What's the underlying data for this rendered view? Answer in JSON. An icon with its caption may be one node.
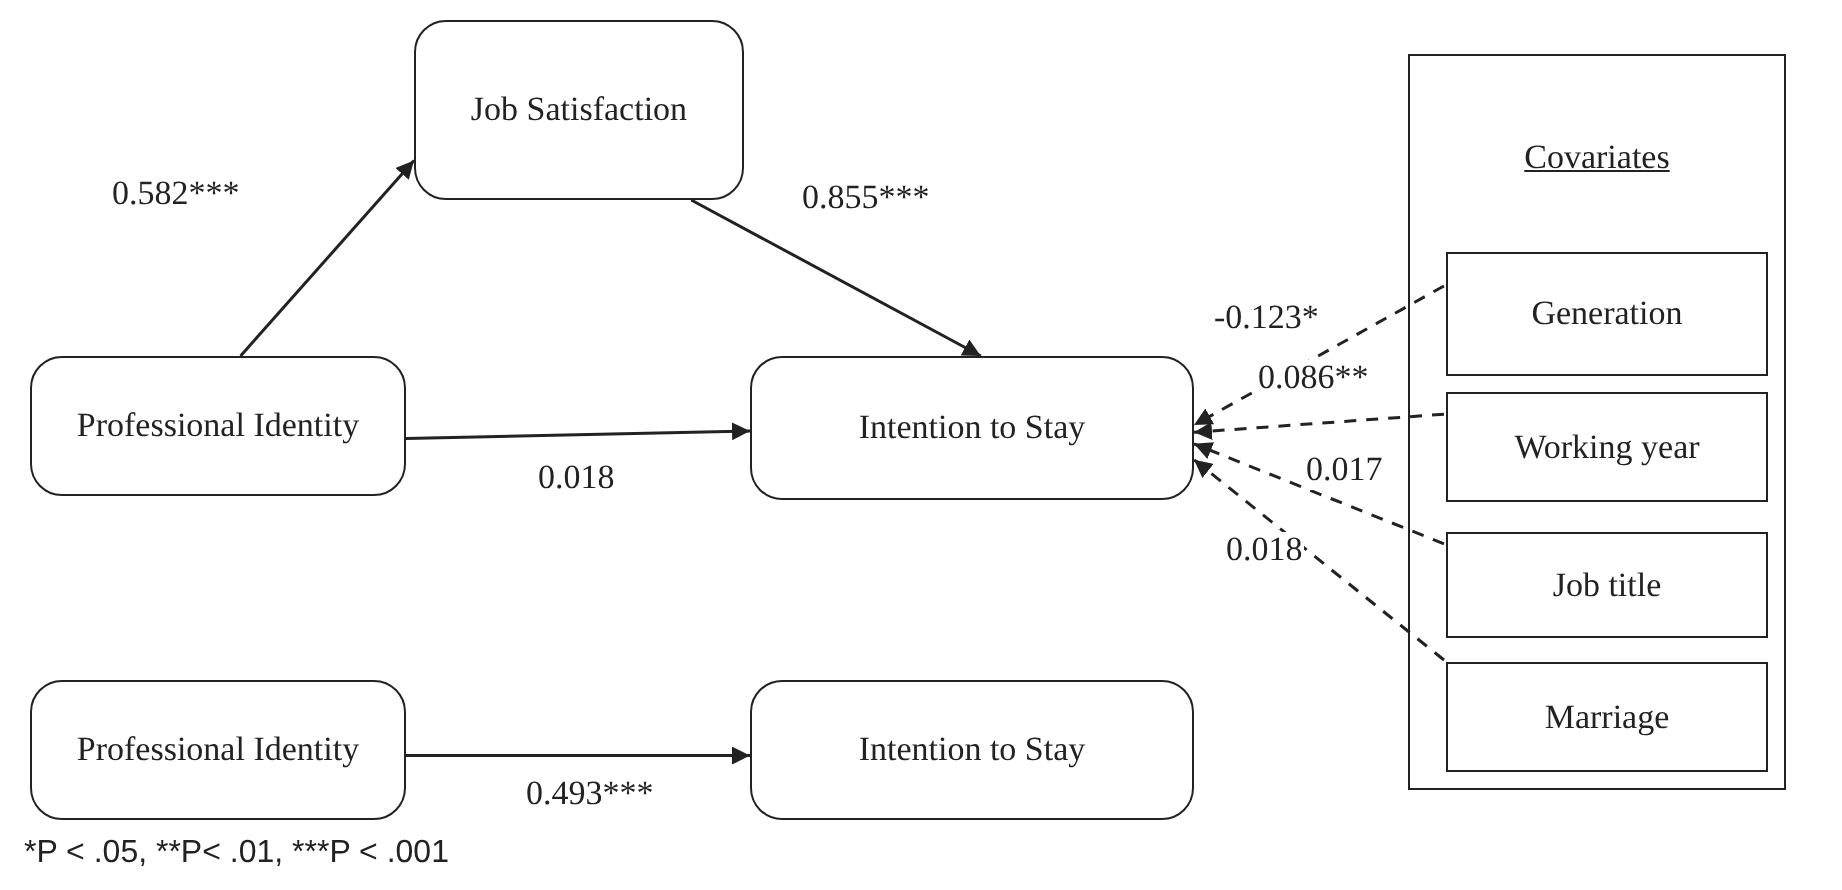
{
  "diagram": {
    "nodes": [
      {
        "text": [
          "Job Satisfaction"
        ]
      },
      {
        "text": [
          "Professional Identity"
        ]
      },
      {
        "text": [
          "Intention to Stay"
        ]
      },
      {
        "text": [
          "Covariates"
        ]
      },
      {
        "text": [
          "Generation"
        ],
        "in": 3
      },
      {
        "text": [
          "Working year"
        ],
        "in": 3
      },
      {
        "text": [
          "Job title"
        ],
        "in": 3
      },
      {
        "text": [
          "Marriage"
        ],
        "in": 3
      },
      {
        "text": [
          "Professional Identity"
        ]
      },
      {
        "text": [
          "Intention to Stay"
        ]
      }
    ],
    "edges": [
      {
        "from": 1,
        "to": 0,
        "arrow": "to",
        "label": "0.582***"
      },
      {
        "from": 0,
        "to": 2,
        "arrow": "to",
        "label": "0.855***"
      },
      {
        "from": 1,
        "to": 2,
        "arrow": "to",
        "label": "0.018"
      },
      {
        "from": 4,
        "to": 2,
        "arrow": "to",
        "label": "-0.123*",
        "style": "dashed"
      },
      {
        "from": 5,
        "to": 2,
        "arrow": "to",
        "label": "0.086**",
        "style": "dashed"
      },
      {
        "from": 6,
        "to": 2,
        "arrow": "to",
        "label": "0.017",
        "style": "dashed"
      },
      {
        "from": 7,
        "to": 2,
        "arrow": "to",
        "label": "0.018",
        "style": "dashed"
      },
      {
        "from": 8,
        "to": 9,
        "arrow": "to",
        "label": "0.493***"
      }
    ],
    "caption": "*P < .05, **P< .01, ***P < .001"
  }
}
